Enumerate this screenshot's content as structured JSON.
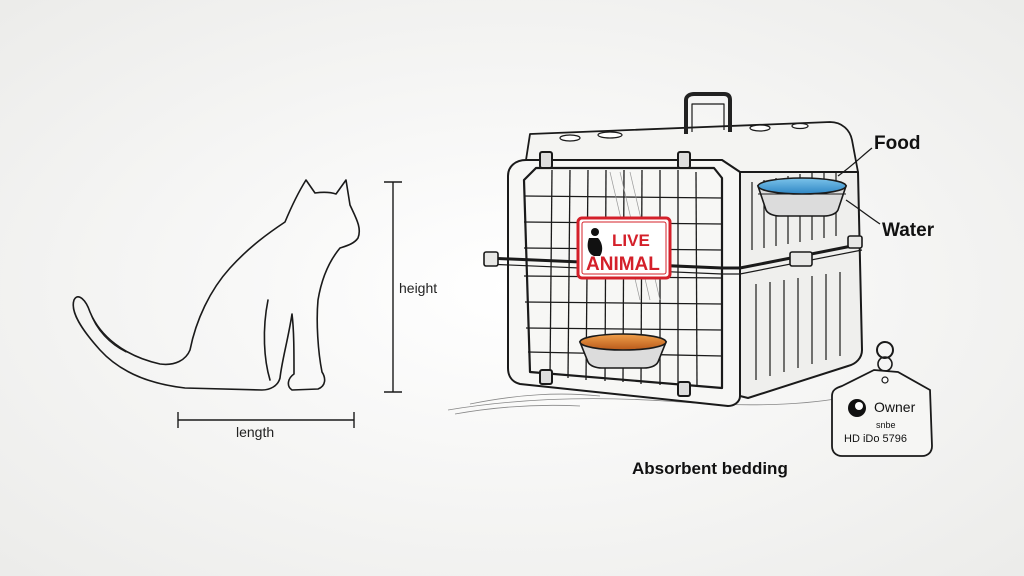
{
  "labels": {
    "height": "height",
    "length": "length",
    "food": "Food",
    "water": "Water",
    "bedding": "Absorbent bedding"
  },
  "sign": {
    "line1": "LIVE",
    "line2": "ANIMAL"
  },
  "tag": {
    "line1": "Owner",
    "line2": "snbe",
    "line3": "HD iDo 5796"
  },
  "colors": {
    "ink": "#1a1a1a",
    "sign_red": "#d4202a",
    "water_blue": "#4aa3d8",
    "food_orange": "#e07a2a"
  }
}
